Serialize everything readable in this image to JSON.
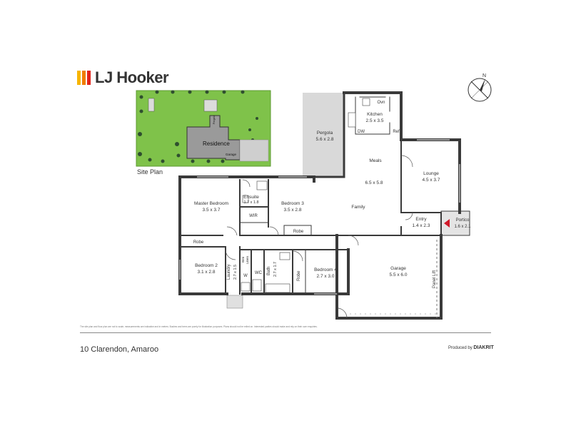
{
  "brand": {
    "name": "LJ Hooker",
    "colors": {
      "yellow": "#f7b500",
      "orange": "#f07c00",
      "red": "#e2231a"
    }
  },
  "site_plan": {
    "caption": "Site Plan",
    "residence_label": "Residence",
    "garage_label": "Garage",
    "pergola_label": "Pergola",
    "lawn_color": "#7fc24a"
  },
  "rooms": {
    "pergola": {
      "name": "Pergola",
      "dims": "5.6 x 2.8"
    },
    "kitchen": {
      "name": "Kitchen",
      "dims": "2.5 x 3.5"
    },
    "meals": {
      "name": "Meals"
    },
    "family": {
      "name": "Family",
      "dims": "6.5 x 5.8"
    },
    "lounge": {
      "name": "Lounge",
      "dims": "4.5 x 3.7"
    },
    "master": {
      "name": "Master Bedroom",
      "dims": "3.5 x 3.7"
    },
    "ensuite": {
      "name": "Ensuite",
      "dims": "1.7 x 1.8"
    },
    "bedroom3": {
      "name": "Bedroom 3",
      "dims": "3.5 x 2.8"
    },
    "bedroom2": {
      "name": "Bedroom 2",
      "dims": "3.1 x 2.8"
    },
    "laundry": {
      "name": "Laundry",
      "dims": "2.7 x 1.5"
    },
    "bath": {
      "name": "Bath",
      "dims": "2.7 x 1.7"
    },
    "bedroom4": {
      "name": "Bedroom 4",
      "dims": "2.7 x 3.0"
    },
    "garage": {
      "name": "Garage",
      "dims": "5.5 x 6.0"
    },
    "entry": {
      "name": "Entry",
      "dims": "1.4 x 2.3"
    },
    "portico": {
      "name": "Portico",
      "dims": "1.6 x 2.1"
    }
  },
  "fixtures": {
    "oven": "Ovn",
    "dishwasher": "DW",
    "fridge": "Ref",
    "wir": "WIR",
    "robe": "Robe",
    "wc": "WC",
    "linen": "Linen",
    "broom": "Brm",
    "washer": "W",
    "panel_lift": "Panel Lift"
  },
  "compass": {
    "north": "N"
  },
  "footer": {
    "address": "10 Clarendon, Amaroo",
    "produced_by": "Produced by",
    "producer": "DIAKRIT",
    "disclaimer": "The site plan and floor plan are not to scale, measurements are indicative and in metres. Bushes and trees are purely for illustration purposes. Plans should not be relied on. Interested parties should make and rely on their own enquiries."
  },
  "colors": {
    "wall": "#3a3a3a",
    "pergola_fill": "#d9d9d9",
    "portico_marker": "#d11a2a"
  }
}
